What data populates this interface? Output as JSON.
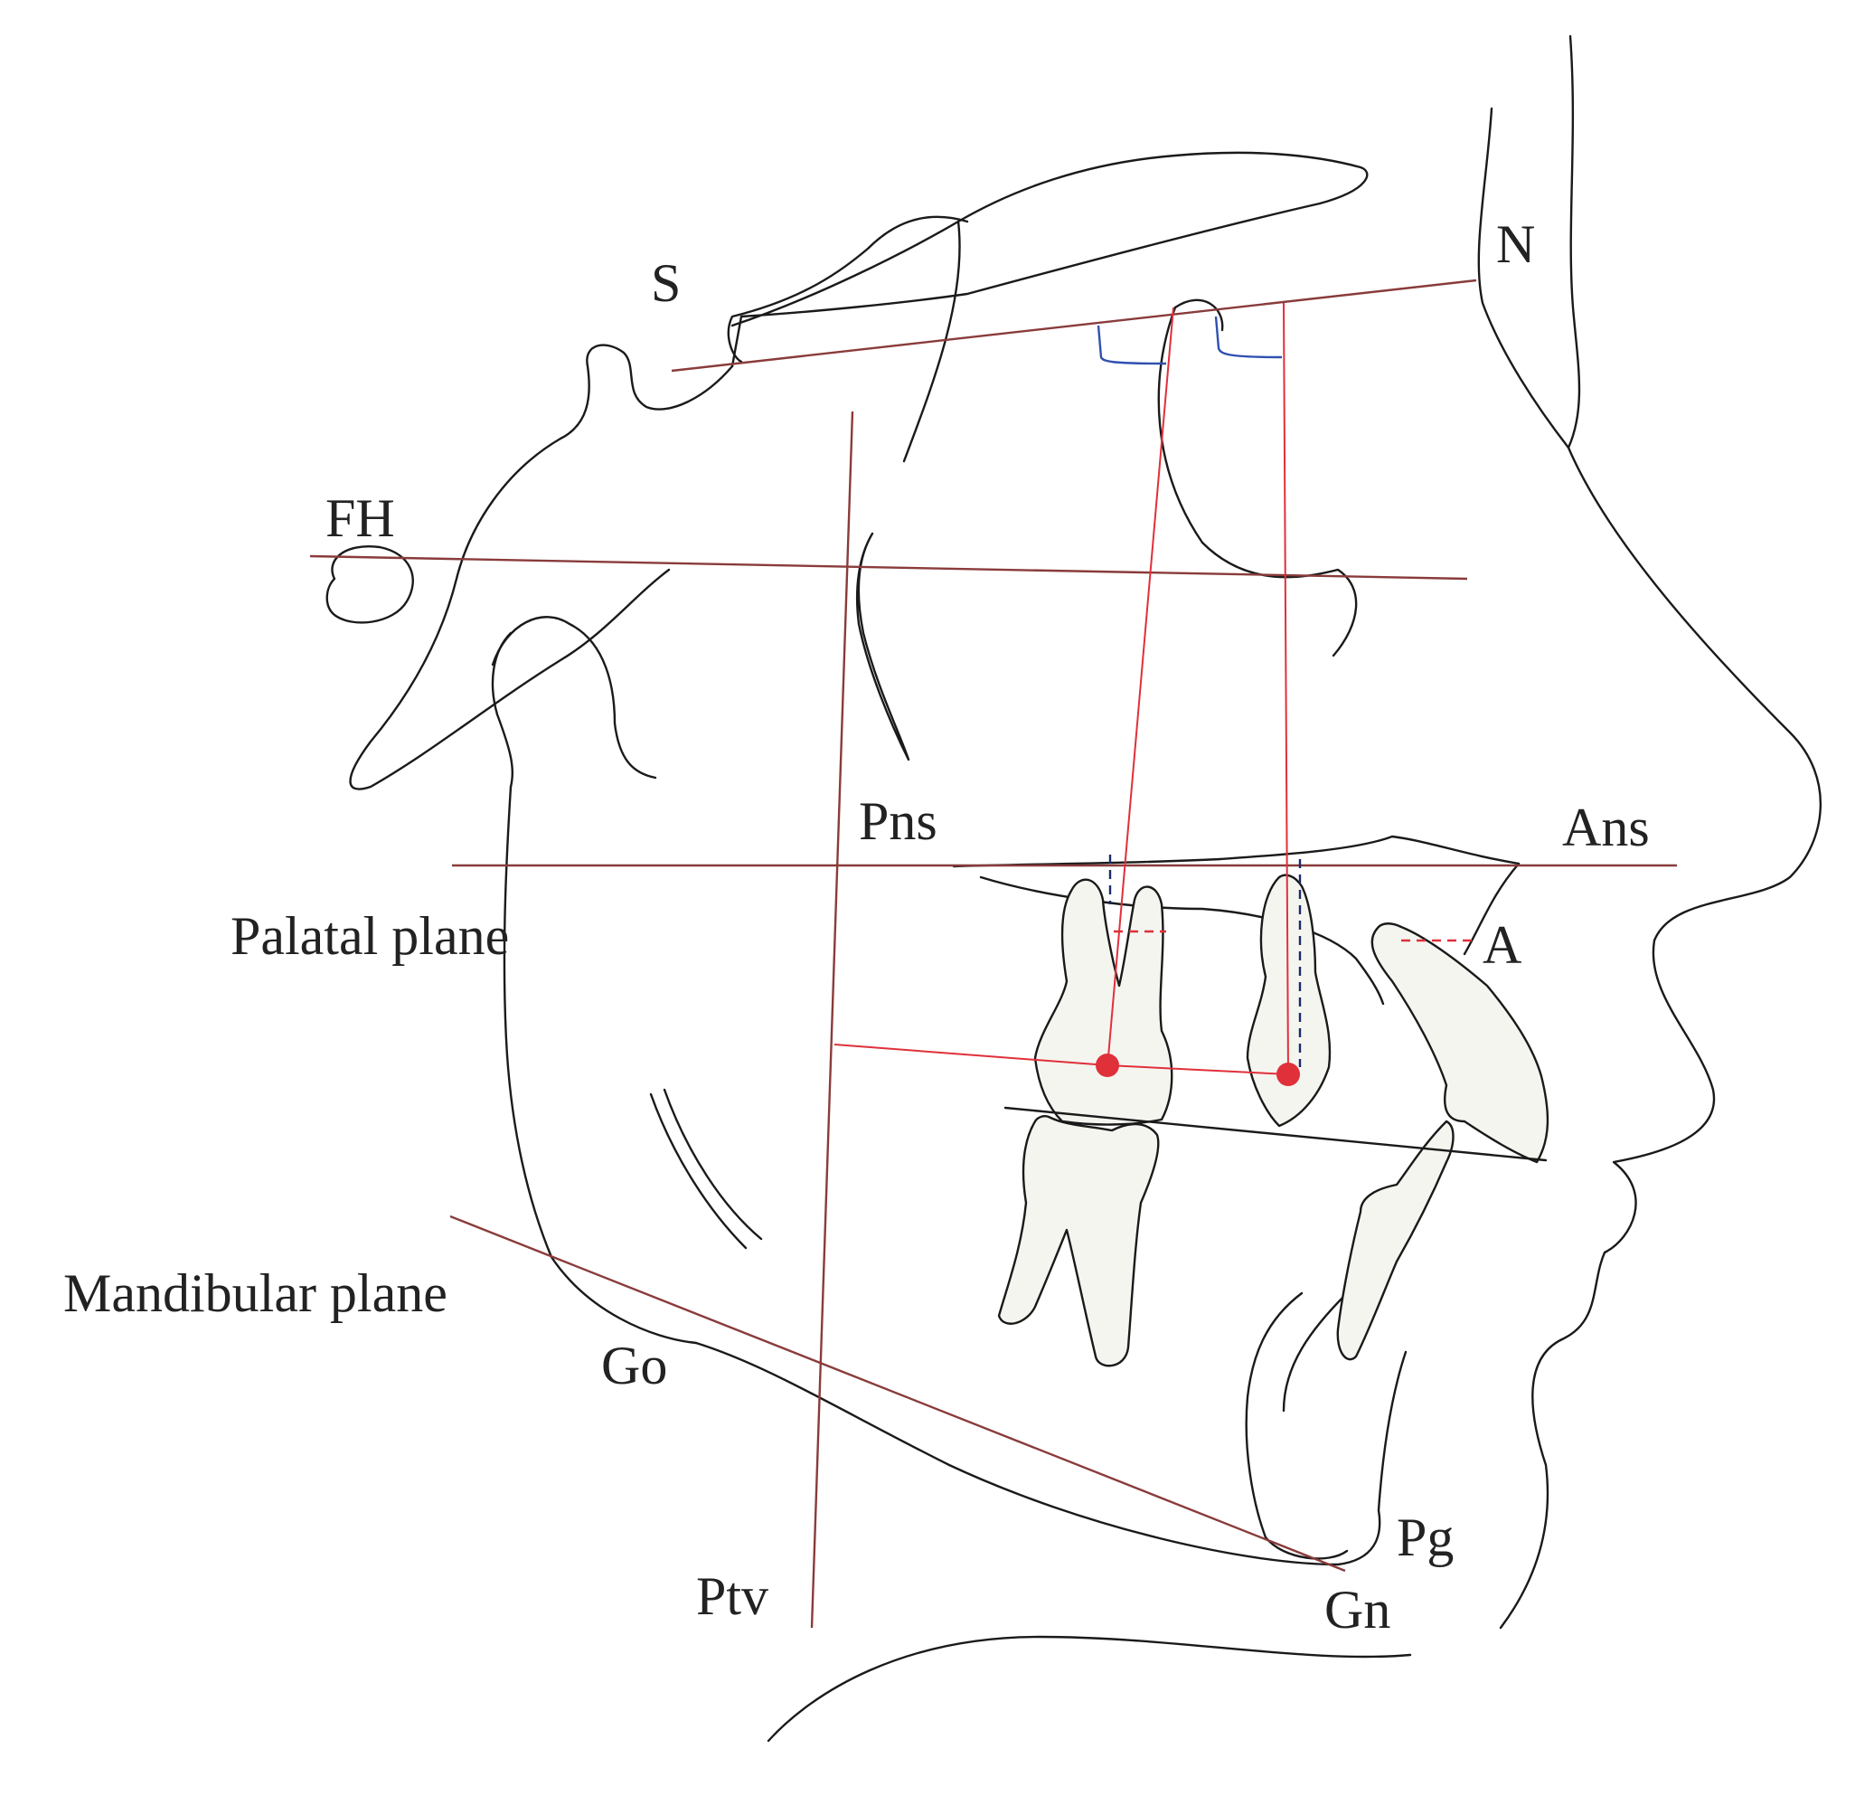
{
  "labels": {
    "S": "S",
    "N": "N",
    "FH": "FH",
    "Pns": "Pns",
    "Ans": "Ans",
    "palatal_plane": "Palatal plane",
    "A": "A",
    "mandibular_plane": "Mandibular plane",
    "Go": "Go",
    "Pg": "Pg",
    "Gn": "Gn",
    "Ptv": "Ptv"
  },
  "colors": {
    "outline": "#1a1a1a",
    "reference_plane": "#8a3b3b",
    "measurement_line": "#e0303a",
    "measurement_point": "#e0303a",
    "right_angle_marker": "#3050b0",
    "dashed_guide": "#1a2a6a",
    "tooth_fill": "#f5f5f0"
  }
}
